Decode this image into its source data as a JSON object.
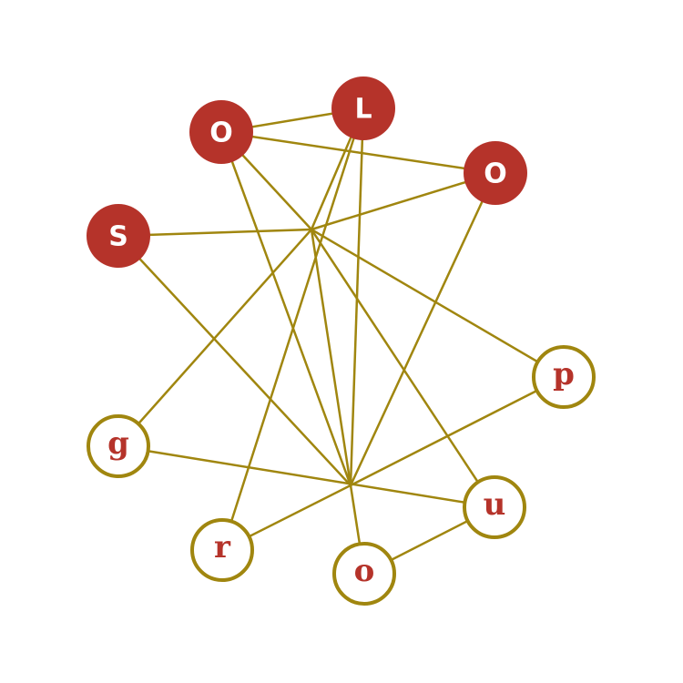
{
  "colors": {
    "filled": "#b5332a",
    "outline": "#a0860f",
    "edge": "#a0860f",
    "outline_text": "#b5332a"
  },
  "nodes": [
    {
      "id": "S",
      "label": "S",
      "style": "filled"
    },
    {
      "id": "O1",
      "label": "O",
      "style": "filled"
    },
    {
      "id": "L",
      "label": "L",
      "style": "filled"
    },
    {
      "id": "O2",
      "label": "O",
      "style": "filled"
    },
    {
      "id": "g",
      "label": "g",
      "style": "outline"
    },
    {
      "id": "r",
      "label": "r",
      "style": "outline"
    },
    {
      "id": "o",
      "label": "o",
      "style": "outline"
    },
    {
      "id": "u",
      "label": "u",
      "style": "outline"
    },
    {
      "id": "p",
      "label": "p",
      "style": "outline"
    }
  ],
  "junctions": [
    "J1",
    "J2"
  ],
  "edges": [
    [
      "O1",
      "L"
    ],
    [
      "O1",
      "O2"
    ],
    [
      "u",
      "o"
    ],
    [
      "g",
      "u"
    ],
    [
      "S",
      "J1"
    ],
    [
      "O2",
      "J1"
    ],
    [
      "L",
      "J1"
    ],
    [
      "O1",
      "J1"
    ],
    [
      "J1",
      "g"
    ],
    [
      "J1",
      "u"
    ],
    [
      "J1",
      "p"
    ],
    [
      "J1",
      "J2"
    ],
    [
      "S",
      "J2"
    ],
    [
      "O1",
      "J2"
    ],
    [
      "L",
      "J2"
    ],
    [
      "O2",
      "J2"
    ],
    [
      "p",
      "J2"
    ],
    [
      "J2",
      "o"
    ],
    [
      "J2",
      "r"
    ],
    [
      "L",
      "r"
    ]
  ]
}
